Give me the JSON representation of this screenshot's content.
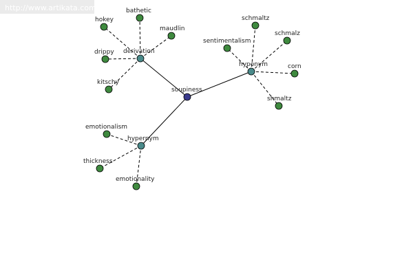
{
  "watermark": {
    "url": "http://www.artikata.com"
  },
  "colors": {
    "root": "#3a3a8c",
    "hub": "#4a8a8a",
    "leaf": "#3f8a3f",
    "edge": "#000000"
  },
  "graph": {
    "root": {
      "id": "soupiness",
      "label": "soupiness"
    },
    "hubs": [
      {
        "id": "derivation",
        "label": "derivation",
        "leaves": [
          "hokey",
          "bathetic",
          "maudlin",
          "drippy",
          "kitschy"
        ]
      },
      {
        "id": "hyponym",
        "label": "hyponym",
        "leaves": [
          "schmaltz",
          "schmalz",
          "sentimentalism",
          "corn",
          "shmaltz"
        ]
      },
      {
        "id": "hypernym",
        "label": "hypernym",
        "leaves": [
          "emotionalism",
          "thickness",
          "emotionality"
        ]
      }
    ]
  }
}
